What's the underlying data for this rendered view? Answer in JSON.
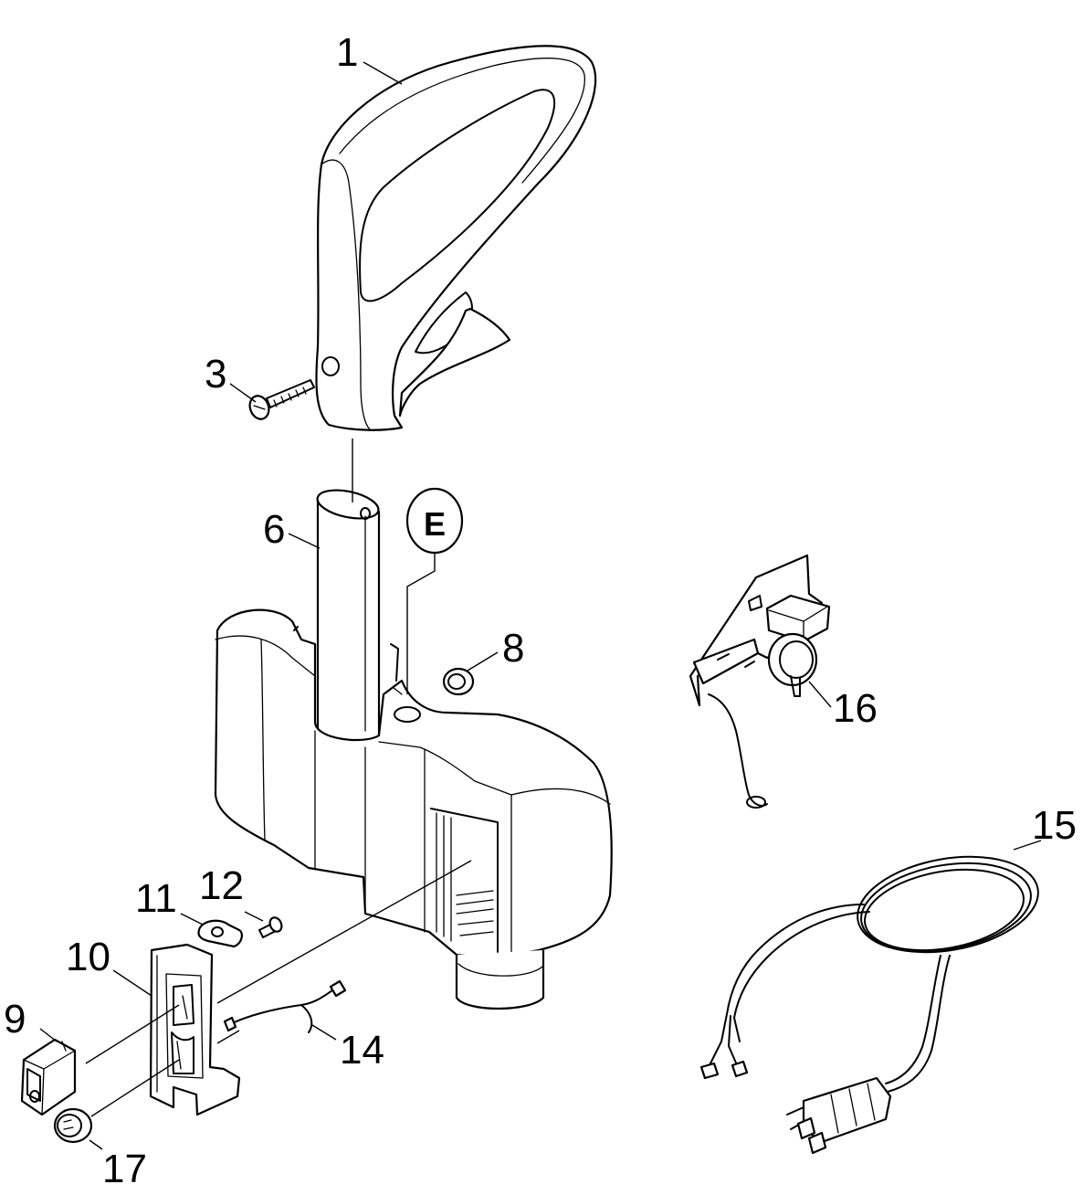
{
  "diagram": {
    "label_color": "#000000",
    "background": "#ffffff",
    "callouts": {
      "c1": "1",
      "c3": "3",
      "c6": "6",
      "c8": "8",
      "c9": "9",
      "c10": "10",
      "c11": "11",
      "c12": "12",
      "c14": "14",
      "c15": "15",
      "c16": "16",
      "c17": "17"
    },
    "marker_e": "E"
  }
}
